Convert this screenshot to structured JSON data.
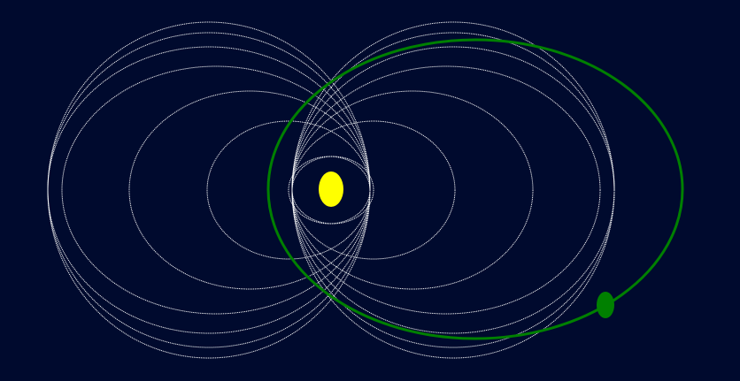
{
  "diagram": {
    "background_color": "#000a2e",
    "rings_color": "#ffffff",
    "orbit_color": "#008000",
    "sun_color": "#ffff00",
    "planet_color": "#008000",
    "left_ring_group_count": 7,
    "right_ring_group_count": 7,
    "orbit_count": 1,
    "sun_count": 1,
    "planet_count": 1
  }
}
